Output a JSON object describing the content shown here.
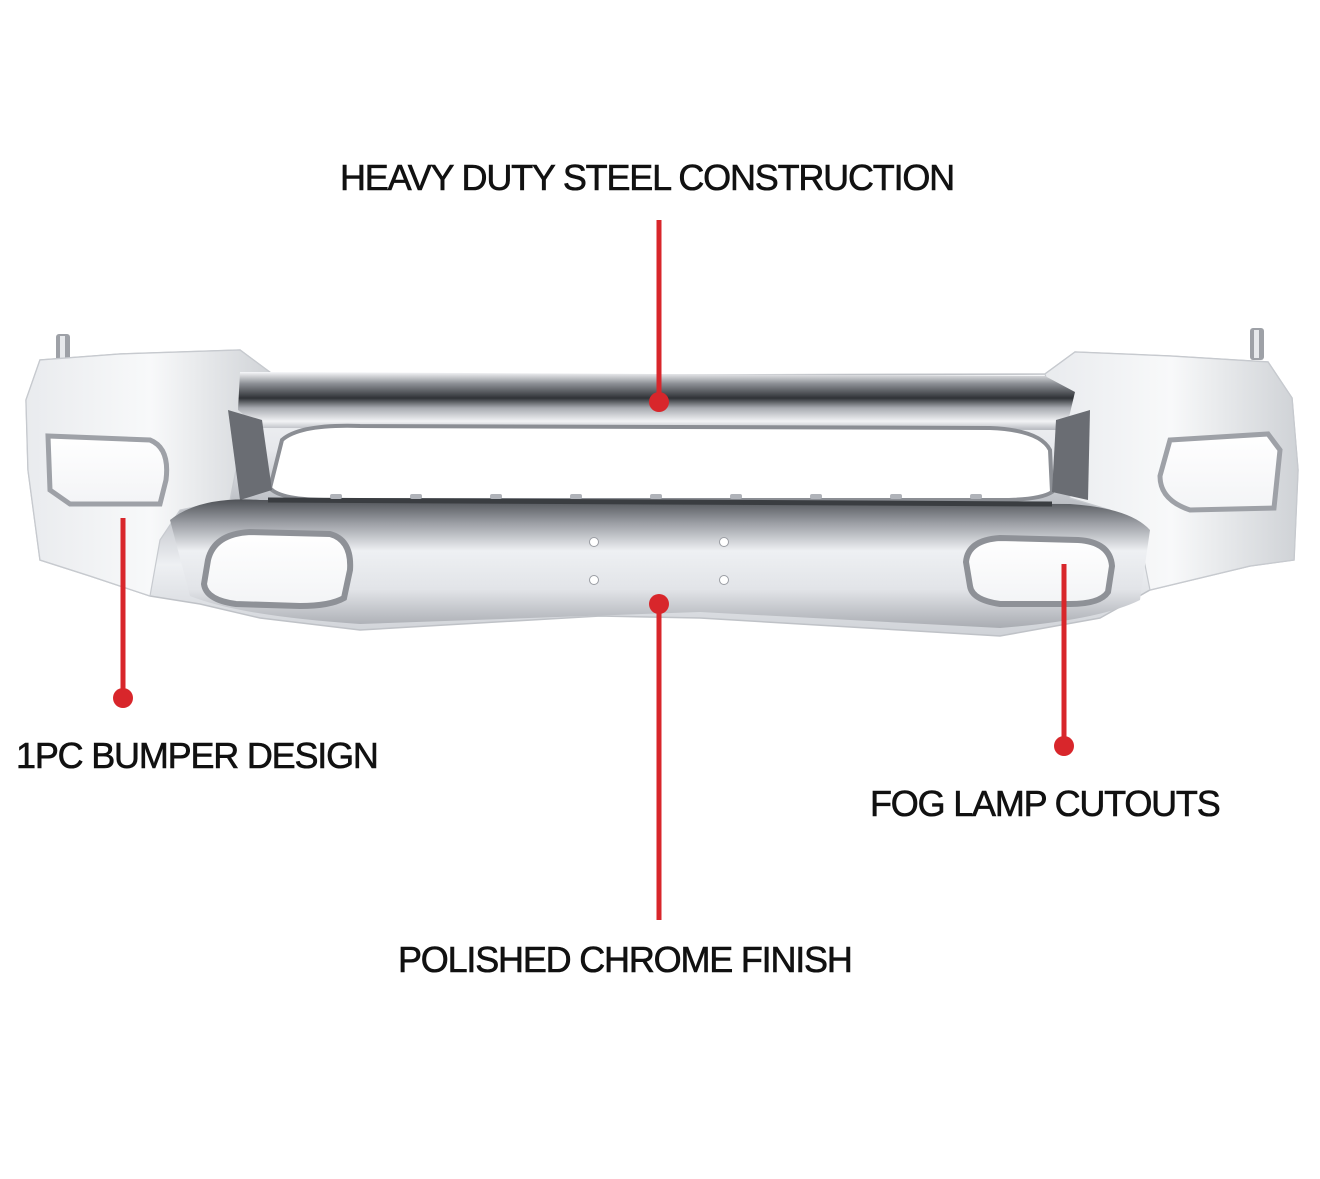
{
  "colors": {
    "background": "#ffffff",
    "callout_line": "#d8262b",
    "label_text": "#111111",
    "chrome_light": "#f4f5f7",
    "chrome_mid": "#c9ccd1",
    "chrome_dark": "#4a4d52"
  },
  "callouts": {
    "top": "HEAVY DUTY STEEL CONSTRUCTION",
    "left": "1PC BUMPER DESIGN",
    "right": "FOG LAMP CUTOUTS",
    "bottom": "POLISHED CHROME FINISH"
  }
}
